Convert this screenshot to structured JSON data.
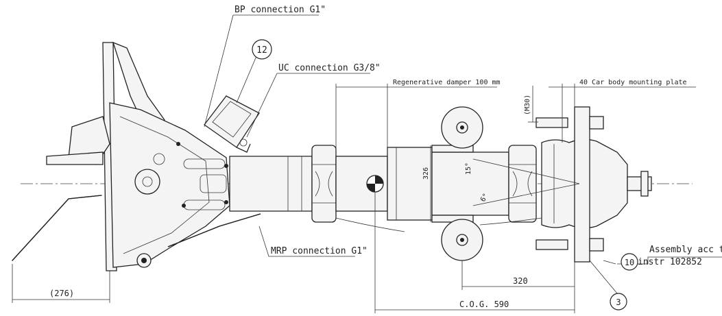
{
  "callouts": {
    "bp_connection": "BP connection G1\"",
    "uc_connection": "UC connection G3/8\"",
    "mrp_connection": "MRP connection G1\"",
    "regenerative_damper": "Regenerative damper 100 mm",
    "car_body_plate": "40 Car body mounting plate",
    "assembly_line1": "Assembly acc to",
    "assembly_line2": "instr 102852"
  },
  "dimensions": {
    "d276": "(276)",
    "d320": "320",
    "cog": "C.O.G. 590",
    "m30": "(M30)",
    "d326": "326",
    "angle15": "15°",
    "angle6": "6°"
  },
  "balloons": {
    "b12": "12",
    "b10": "10",
    "b3": "3"
  }
}
